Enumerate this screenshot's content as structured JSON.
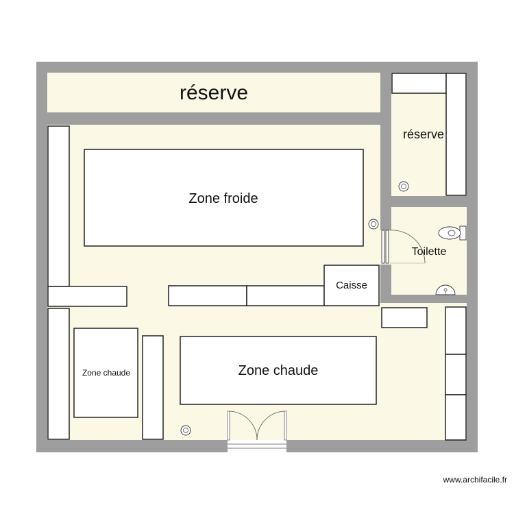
{
  "colors": {
    "wall": "#9e9e9e",
    "floor": "#fbf8e6",
    "fixture_fill": "#ffffff",
    "fixture_stroke": "#222222"
  },
  "rooms": {
    "reserve_top": "réserve",
    "reserve_right": "réserve",
    "toilette": "Toilette"
  },
  "zones": {
    "zone_froide": "Zone froide",
    "zone_chaude_main": "Zone chaude",
    "zone_chaude_small": "Zone chaude",
    "caisse": "Caisse"
  },
  "watermark": "www.archifacile.fr"
}
